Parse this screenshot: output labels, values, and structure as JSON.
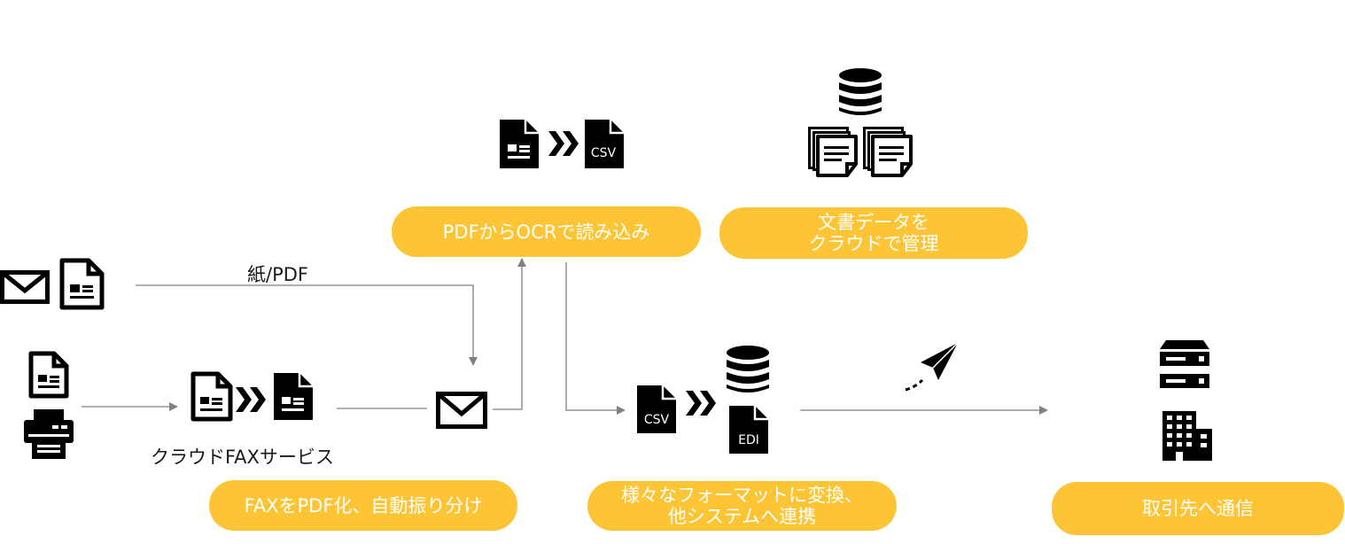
{
  "colors": {
    "accent": "#FDC536",
    "line": "#808080",
    "icon": "#000000",
    "pill_text": "#ffffff"
  },
  "labels": {
    "paper_pdf": "紙/PDF",
    "cloud_fax": "クラウドFAXサービス",
    "csv_tag": "CSV",
    "edi_tag": "EDI"
  },
  "steps": {
    "fax_to_pdf": "FAXをPDF化、自動振り分け",
    "ocr": "PDFからOCRで読み込み",
    "cloud_manage": "文書データを\nクラウドで管理",
    "convert": "様々なフォーマットに変換、\n他システムへ連携",
    "send": "取引先へ通信"
  },
  "icons": [
    "mail-icon",
    "document-icon",
    "fax-machine-icon",
    "double-chevron-icon",
    "csv-file-icon",
    "edi-file-icon",
    "database-icon",
    "document-stack-icon",
    "paper-plane-icon",
    "server-icon",
    "office-building-icon"
  ]
}
